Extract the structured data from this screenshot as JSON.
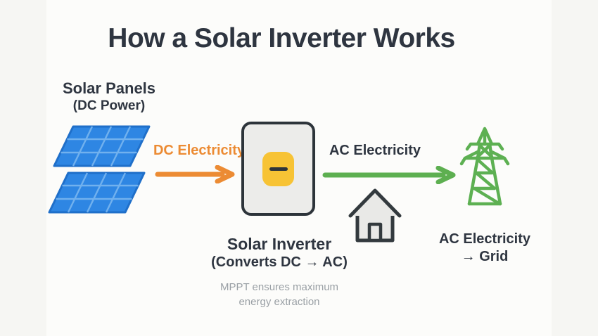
{
  "title": "How a Solar Inverter Works",
  "solar_panels": {
    "label": "Solar Panels",
    "sublabel": "(DC Power)"
  },
  "dc_flow": {
    "label": "DC Electricity"
  },
  "ac_flow": {
    "label": "AC Electricity"
  },
  "inverter": {
    "label": "Solar Inverter",
    "sublabel": "(Converts DC → AC)",
    "note_line1": "MPPT ensures maximum",
    "note_line2": "energy extraction"
  },
  "grid_output": {
    "line1": "AC Electricity",
    "line2": "→ Grid"
  },
  "colors": {
    "dc_orange": "#EC8B33",
    "ac_green": "#5DAF50",
    "panel_blue": "#2E86E3",
    "panel_blue_border": "#1F6FC9",
    "inverter_yellow": "#F7C335",
    "ink_dark": "#2E3540",
    "note_gray": "#9AA0A5",
    "icon_fill_gray": "#E9E9E7",
    "background": "#FCFCFA"
  }
}
